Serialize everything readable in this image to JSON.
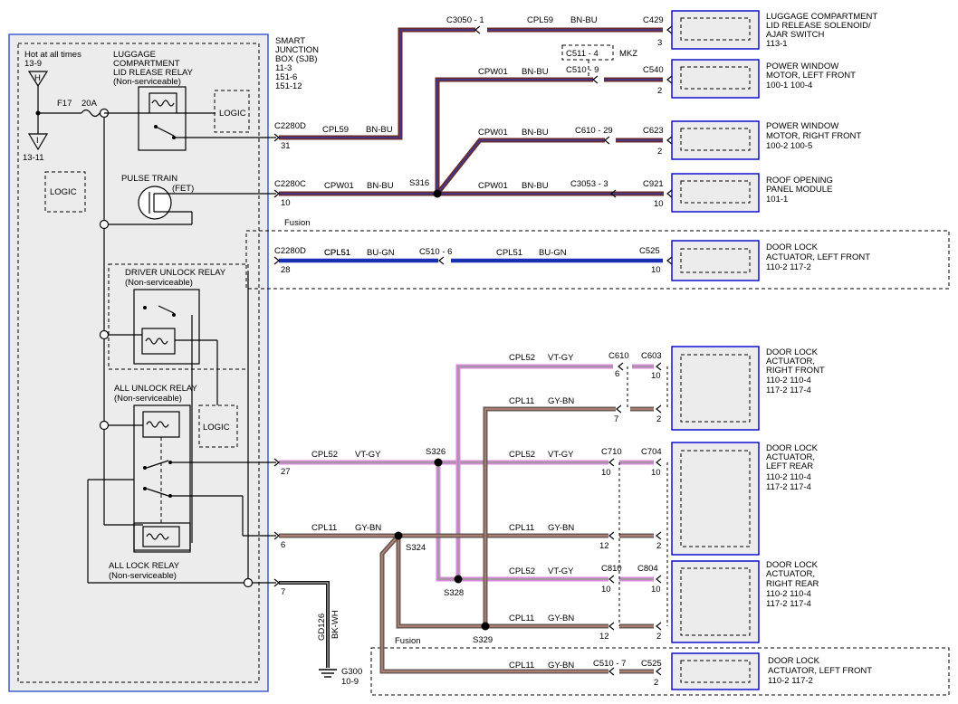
{
  "sjb": {
    "hot_label": "Hot at all times",
    "fuse_h_circuit": "13-9",
    "fuse_h_letter": "H",
    "fuse_i_letter": "I",
    "fuse_i_circuit": "13-11",
    "fuse_name": "F17",
    "fuse_rating": "20A",
    "title_lines": [
      "SMART",
      "JUNCTION",
      "BOX (SJB)",
      "11-3",
      "151-6",
      "151-12"
    ],
    "luggage_relay_lines": [
      "LUGGAGE",
      "COMPARTMENT",
      "LID RLEASE RELAY",
      "(Non-serviceable)"
    ],
    "logic_label": "LOGIC",
    "pulse_train_label": "PULSE TRAIN",
    "fet_label": "(FET)",
    "driver_unlock_relay": "DRIVER UNLOCK RELAY",
    "driver_unlock_note": "(Non-serviceable)",
    "all_unlock_relay": "ALL UNLOCK RELAY",
    "all_unlock_note": "(Non-serviceable)",
    "all_lock_relay": "ALL LOCK RELAY",
    "all_lock_note": "(Non-serviceable)"
  },
  "fusion_labels": [
    "Fusion",
    "Fusion"
  ],
  "connectors": {
    "c2280d_top": "C2280D",
    "pin_31": "31",
    "c2280c": "C2280C",
    "pin_10": "10",
    "c2280d_mid": "C2280D",
    "pin_28": "28",
    "pin_27": "27",
    "pin_6": "6",
    "pin_7": "7"
  },
  "splices": [
    "S316",
    "S326",
    "S324",
    "S328",
    "S329"
  ],
  "ground": {
    "wire_id": "GD126",
    "wire_color": "BK-WH",
    "ground_id": "G300",
    "ground_ref": "10-9"
  },
  "mkz_box": {
    "label": "C511 - 4",
    "tag": "MKZ"
  },
  "wire_labels": [
    {
      "id": "C3050 - 1",
      "circuit": "CPL59",
      "color": "BN-BU",
      "end": "C429",
      "pin": "3"
    },
    {
      "id": "C510 - 9",
      "circuit": "CPW01",
      "color": "BN-BU",
      "end": "C540",
      "pin": "2"
    },
    {
      "id": "C610 - 29",
      "circuit": "CPW01",
      "color": "BN-BU",
      "end": "C623",
      "pin": "2"
    },
    {
      "id": "C3053 - 3",
      "circuit": "CPW01",
      "color": "BN-BU",
      "end": "C921",
      "pin": "10"
    },
    {
      "id": "C510 - 6",
      "circuit": "CPL51",
      "color": "BU-GN",
      "end": "C525",
      "pin": "10"
    },
    {
      "id": "C510 - 7",
      "circuit": "CPL11",
      "color": "GY-BN",
      "end": "C525",
      "pin": "2"
    }
  ],
  "left_wire_labels": [
    {
      "circuit": "CPL59",
      "color": "BN-BU"
    },
    {
      "circuit": "CPW01",
      "color": "BN-BU"
    },
    {
      "circuit": "CPL51",
      "color": "BU-GN"
    },
    {
      "circuit": "CPL52",
      "color": "VT-GY"
    },
    {
      "circuit": "CPL11",
      "color": "GY-BN"
    }
  ],
  "door_wires": {
    "rf_top": {
      "circuit": "CPL52",
      "color": "VT-GY",
      "conn_a": "C610",
      "conn_b": "C603",
      "pin_a": "6",
      "pin_b": "10"
    },
    "rf_bot": {
      "circuit": "CPL11",
      "color": "GY-BN",
      "pin_a": "7",
      "pin_b": "2"
    },
    "lr_top": {
      "circuit": "CPL52",
      "color": "VT-GY",
      "conn_a": "C710",
      "conn_b": "C704",
      "pin_a": "10",
      "pin_b": "10"
    },
    "lr_bot": {
      "circuit": "CPL11",
      "color": "GY-BN",
      "pin_a": "12",
      "pin_b": "2"
    },
    "rr_top": {
      "circuit": "CPL52",
      "color": "VT-GY",
      "conn_a": "C810",
      "conn_b": "C804",
      "pin_a": "10",
      "pin_b": "10"
    },
    "rr_bot": {
      "circuit": "CPL11",
      "color": "GY-BN",
      "pin_a": "12",
      "pin_b": "2"
    }
  },
  "components": [
    {
      "lines": [
        "LUGGAGE COMPARTMENT",
        "LID RELEASE SOLENOID/",
        "AJAR SWITCH",
        "113-1"
      ]
    },
    {
      "lines": [
        "POWER WINDOW",
        "MOTOR, LEFT FRONT",
        "100-1   100-4"
      ]
    },
    {
      "lines": [
        "POWER WINDOW",
        "MOTOR, RIGHT FRONT",
        "100-2  100-5"
      ]
    },
    {
      "lines": [
        "ROOF OPENING",
        "PANEL MODULE",
        "101-1"
      ]
    },
    {
      "lines": [
        "DOOR LOCK",
        "ACTUATOR, LEFT FRONT",
        "110-2     117-2"
      ]
    },
    {
      "lines": [
        "DOOR LOCK",
        "ACTUATOR,",
        "RIGHT FRONT",
        "110-2        110-4",
        "117-2        117-4"
      ]
    },
    {
      "lines": [
        "DOOR LOCK",
        "ACTUATOR,",
        "LEFT REAR",
        "110-2        110-4",
        "117-2        117-4"
      ]
    },
    {
      "lines": [
        "DOOR LOCK",
        "ACTUATOR,",
        "RIGHT REAR",
        "110-2        110-4",
        "117-2        117-4"
      ]
    },
    {
      "lines": [
        "DOOR LOCK",
        "ACTUATOR, LEFT FRONT",
        "110-2     117-2"
      ]
    }
  ],
  "colors": {
    "bn_bu": "#6b2a2a",
    "bn_bu_stripe": "#3b3b9e",
    "bu_gn": "#1a2fb3",
    "vt_gy": "#d48ad4",
    "vt_gy_stripe": "#9a9a9a",
    "gy_bn": "#6a5a55",
    "gy_bn_stripe": "#c08a7a",
    "bk_wh": "#111111",
    "component_border": "#0000cc"
  }
}
